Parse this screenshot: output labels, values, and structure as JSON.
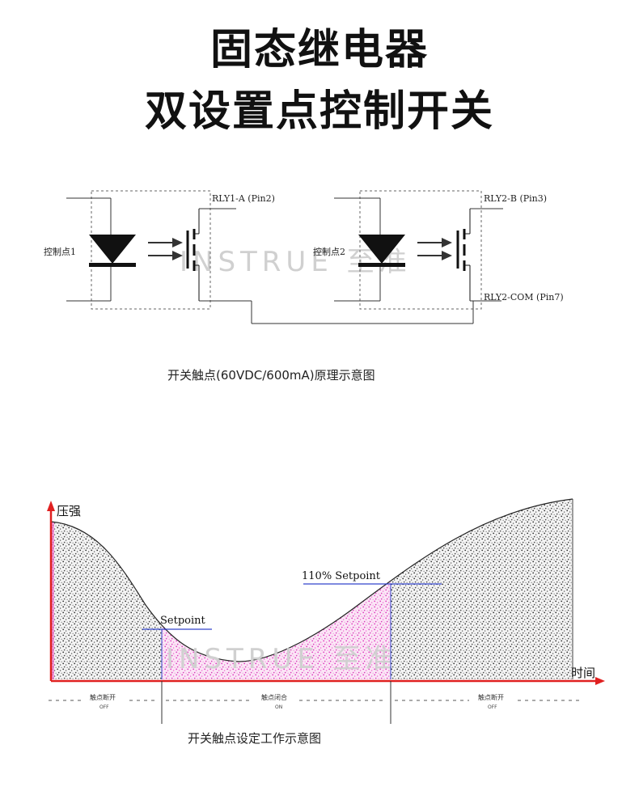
{
  "header": {
    "title_line1": "固态继电器",
    "title_line2": "双设置点控制开关"
  },
  "circuit": {
    "control_point_1": "控制点1",
    "control_point_2": "控制点2",
    "relay1_terminal": "RLY1-A (Pin2)",
    "relay2_terminal_b": "RLY2-B (Pin3)",
    "relay2_terminal_com": "RLY2-COM (Pin7)",
    "caption": "开关触点(60VDC/600mA)原理示意图",
    "watermark": "INSTRUE 至准"
  },
  "pressure_chart": {
    "y_axis_label": "压强",
    "x_axis_label": "时间",
    "setpoint_label": "Setpoint",
    "setpoint_110_label": "110% Setpoint",
    "zone_left_cn": "触点断开",
    "zone_left_en": "OFF",
    "zone_mid_cn": "触点闭合",
    "zone_mid_en": "ON",
    "zone_right_cn": "触点断开",
    "zone_right_en": "OFF",
    "caption": "开关触点设定工作示意图",
    "watermark": "INSTRUE 至准",
    "colors": {
      "axis": "#e02020",
      "setpoint_line": "#3344cc",
      "on_fill": "#f070d0",
      "curve": "#222222"
    }
  }
}
